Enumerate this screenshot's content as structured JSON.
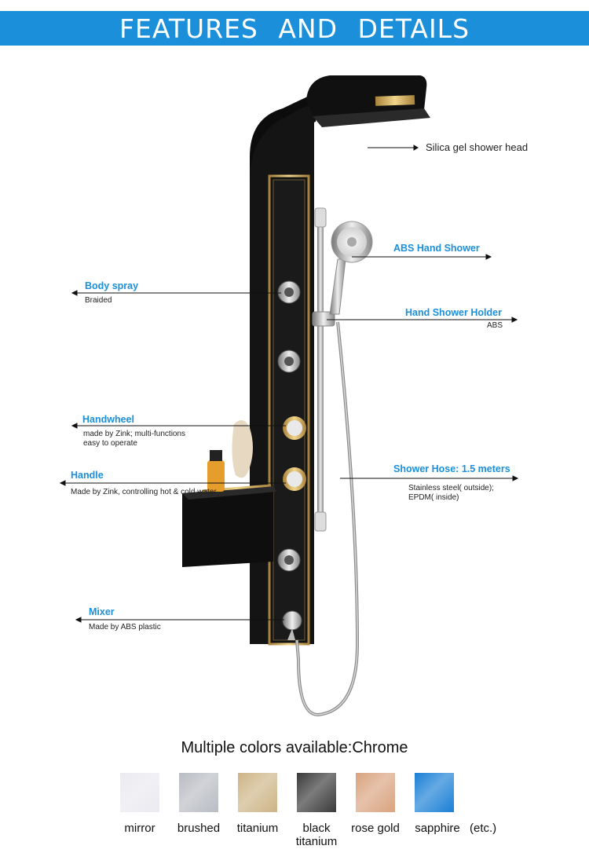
{
  "banner": {
    "title": "FEATURES  AND  DETAILS"
  },
  "callouts": {
    "shower_head": "Silica gel shower head",
    "abs_hand_shower": "ABS Hand Shower",
    "body_spray": {
      "title": "Body spray",
      "desc": "Braided"
    },
    "holder": {
      "title": "Hand Shower Holder",
      "desc": "ABS"
    },
    "handwheel": {
      "title": "Handwheel",
      "desc1": "made by Zink;  multi-functions",
      "desc2": "easy to operate"
    },
    "handle": {
      "title": "Handle",
      "desc": "Made by Zink, controlling hot & cold water"
    },
    "hose": {
      "title": "Shower Hose: 1.5 meters",
      "desc1": "Stainless steel( outside);",
      "desc2": "EPDM( inside)"
    },
    "mixer": {
      "title": "Mixer",
      "desc": "Made by ABS plastic"
    }
  },
  "colors": {
    "title": "Multiple colors available:Chrome",
    "etc": "(etc.)",
    "items": [
      {
        "label": "mirror",
        "color": "#eaeaf0"
      },
      {
        "label": "brushed",
        "color": "#b9bcc3"
      },
      {
        "label": "titanium",
        "color": "#cdb486"
      },
      {
        "label": "black",
        "label2": "titanium",
        "color": "#3a3a3a"
      },
      {
        "label": "rose gold",
        "color": "#d9a37f"
      },
      {
        "label": "sapphire",
        "color": "#1a7fd6"
      }
    ]
  },
  "accent_color": "#1b8fd9"
}
